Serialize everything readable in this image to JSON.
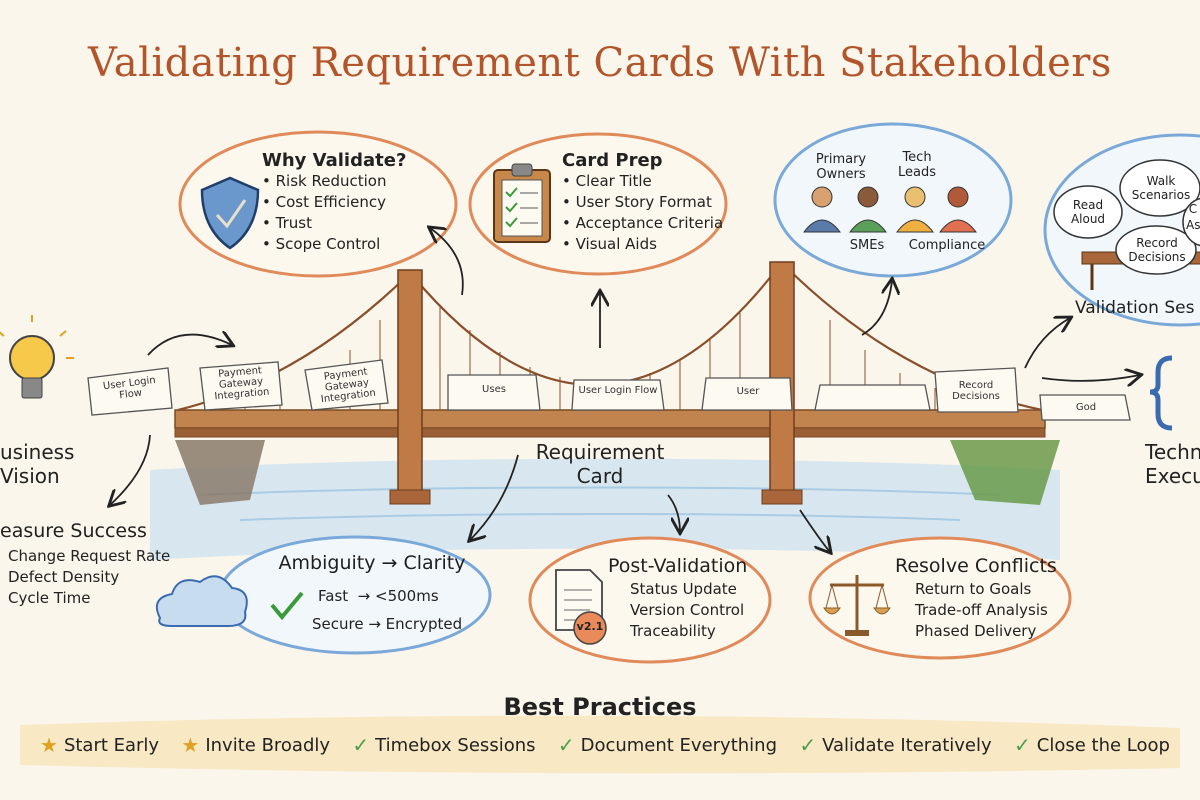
{
  "title": "Validating Requirement Cards With Stakeholders",
  "why_validate": {
    "heading": "Why Validate?",
    "items": [
      "Risk Reduction",
      "Cost Efficiency",
      "Trust",
      "Scope Control"
    ]
  },
  "card_prep": {
    "heading": "Card Prep",
    "items": [
      "Clear Title",
      "User Story Format",
      "Acceptance Criteria",
      "Visual Aids"
    ]
  },
  "stakeholders": {
    "primary_owners": "Primary Owners",
    "tech_leads": "Tech Leads",
    "smes": "SMEs",
    "compliance": "Compliance"
  },
  "validation_session": {
    "heading": "Validation Ses",
    "read_aloud": "Read Aloud",
    "walk_scenarios": "Walk Scenarios",
    "record_decisions": "Record Decisions",
    "partial_1": "C",
    "partial_2": "As"
  },
  "business_vision": {
    "line1": "usiness",
    "line2": "Vision"
  },
  "technical_execution": {
    "line1": "Techn",
    "line2": "Execu"
  },
  "bridge_cards": {
    "user_login_flow": "User Login Flow",
    "payment_1": "Payment Gateway Integration",
    "payment_2": "Payment Gateway Integration",
    "uses": "Uses",
    "user_login_flow_2": "User Login Flow",
    "user": "User",
    "record_decisions": "Record Decisions",
    "god": "God"
  },
  "requirement_card": {
    "line1": "Requirement",
    "line2": "Card"
  },
  "measure_success": {
    "heading": "easure Success",
    "items": [
      "Change Request Rate",
      "Defect Density",
      "Cycle Time"
    ]
  },
  "ambiguity": {
    "heading": "Ambiguity → Clarity",
    "row1": "Fast  → <500ms",
    "row2": "Secure → Encrypted"
  },
  "post_validation": {
    "heading": "Post-Validation",
    "items": [
      "Status Update",
      "Version Control",
      "Traceability"
    ],
    "version": "v2.1"
  },
  "resolve_conflicts": {
    "heading": "Resolve Conflicts",
    "items": [
      "Return to Goals",
      "Trade-off Analysis",
      "Phased Delivery"
    ]
  },
  "best_practices": {
    "heading": "Best Practices",
    "items": [
      {
        "icon": "star",
        "label": "Start Early"
      },
      {
        "icon": "star",
        "label": "Invite Broadly"
      },
      {
        "icon": "check",
        "label": "Timebox Sessions"
      },
      {
        "icon": "check",
        "label": "Document Everything"
      },
      {
        "icon": "check",
        "label": "Validate Iteratively"
      },
      {
        "icon": "check",
        "label": "Close the Loop"
      }
    ]
  },
  "colors": {
    "title": "#b3552a",
    "bridge": "#a8663a",
    "bubble_blue": "#7aa8d8",
    "bubble_orange": "#e08a5a"
  }
}
